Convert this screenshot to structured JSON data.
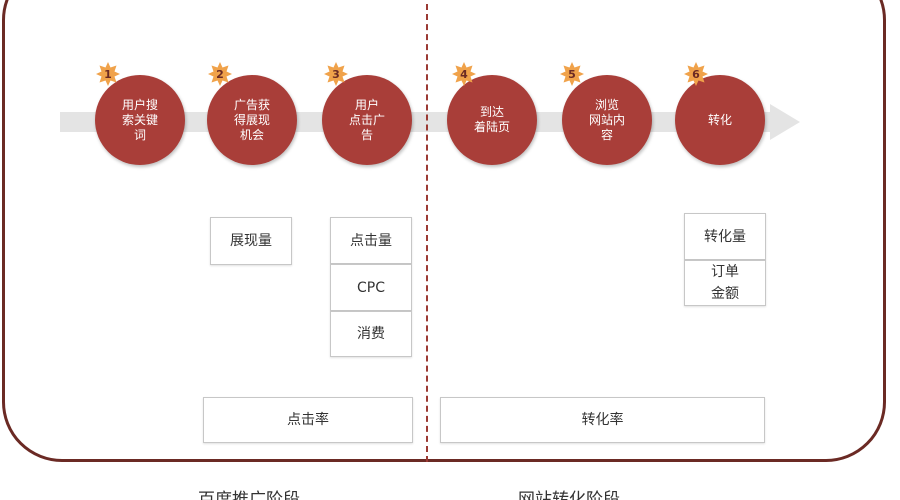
{
  "steps": [
    {
      "number": "1",
      "label": "用户搜\n索关键\n词"
    },
    {
      "number": "2",
      "label": "广告获\n得展现\n机会"
    },
    {
      "number": "3",
      "label": "用户\n点击广\n告"
    },
    {
      "number": "4",
      "label": "到达\n着陆页"
    },
    {
      "number": "5",
      "label": "浏览\n网站内\n容"
    },
    {
      "number": "6",
      "label": "转化"
    }
  ],
  "metrics": {
    "impressions": "展现量",
    "clicks": "点击量",
    "cpc": "CPC",
    "spend": "消费",
    "conversions": "转化量",
    "order_amount": "订单\n金额",
    "ctr": "点击率",
    "conversion_rate": "转化率"
  },
  "stages": {
    "promotion": "百度推广阶段",
    "conversion": "网站转化阶段"
  },
  "colors": {
    "step_fill": "#a93e39",
    "badge_fill": "#f0a24a",
    "frame_border": "#6b2a24",
    "arrow": "#e4e4e4"
  }
}
